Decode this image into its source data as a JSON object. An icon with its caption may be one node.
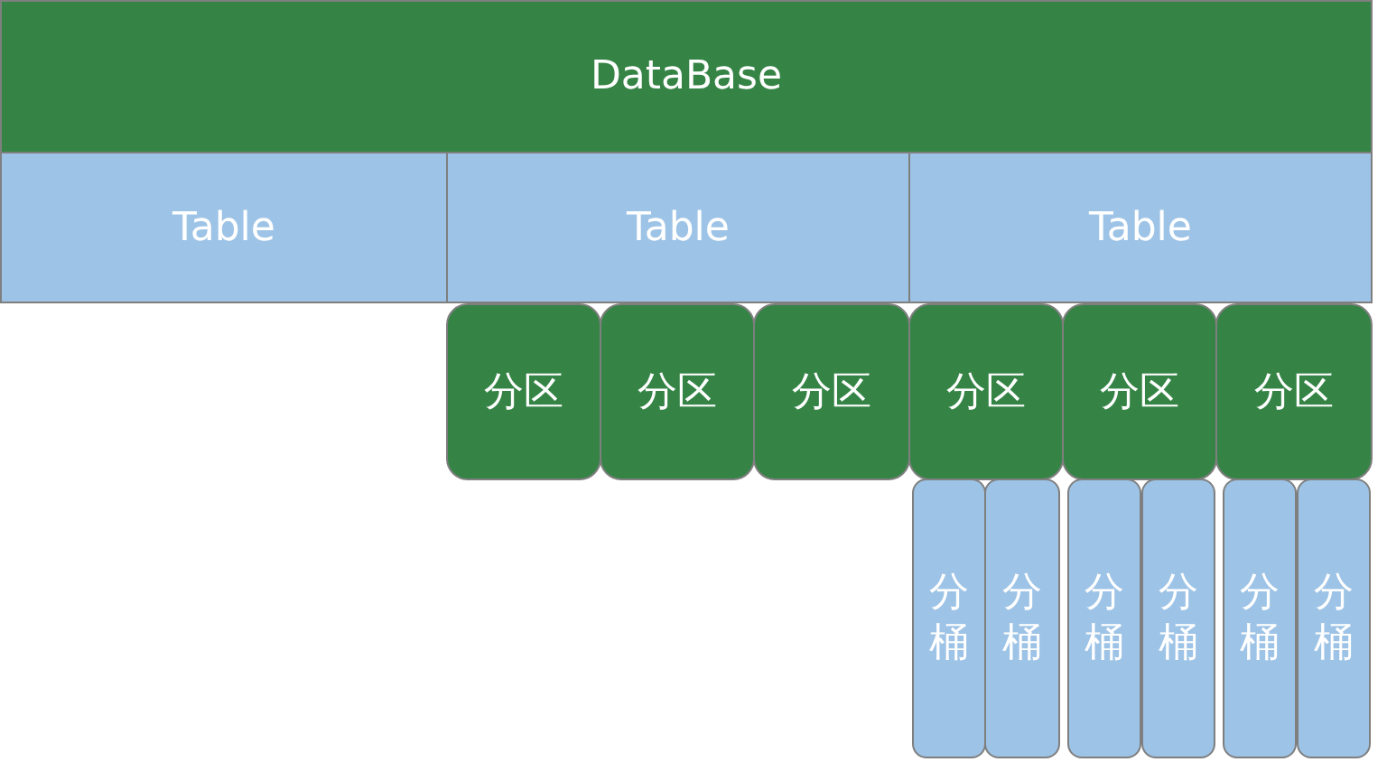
{
  "diagram": {
    "nodes": [
      {
        "text": [
          "DataBase"
        ]
      },
      {
        "text": [
          "Table"
        ]
      },
      {
        "text": [
          "Table"
        ]
      },
      {
        "text": [
          "Table"
        ]
      },
      {
        "text": [
          "分区"
        ]
      },
      {
        "text": [
          "分区"
        ]
      },
      {
        "text": [
          "分区"
        ]
      },
      {
        "text": [
          "分区"
        ]
      },
      {
        "text": [
          "分区"
        ]
      },
      {
        "text": [
          "分区"
        ]
      },
      {
        "text": [
          "分桶"
        ]
      },
      {
        "text": [
          "分桶"
        ]
      },
      {
        "text": [
          "分桶"
        ]
      },
      {
        "text": [
          "分桶"
        ]
      },
      {
        "text": [
          "分桶"
        ]
      },
      {
        "text": [
          "分桶"
        ]
      }
    ]
  }
}
